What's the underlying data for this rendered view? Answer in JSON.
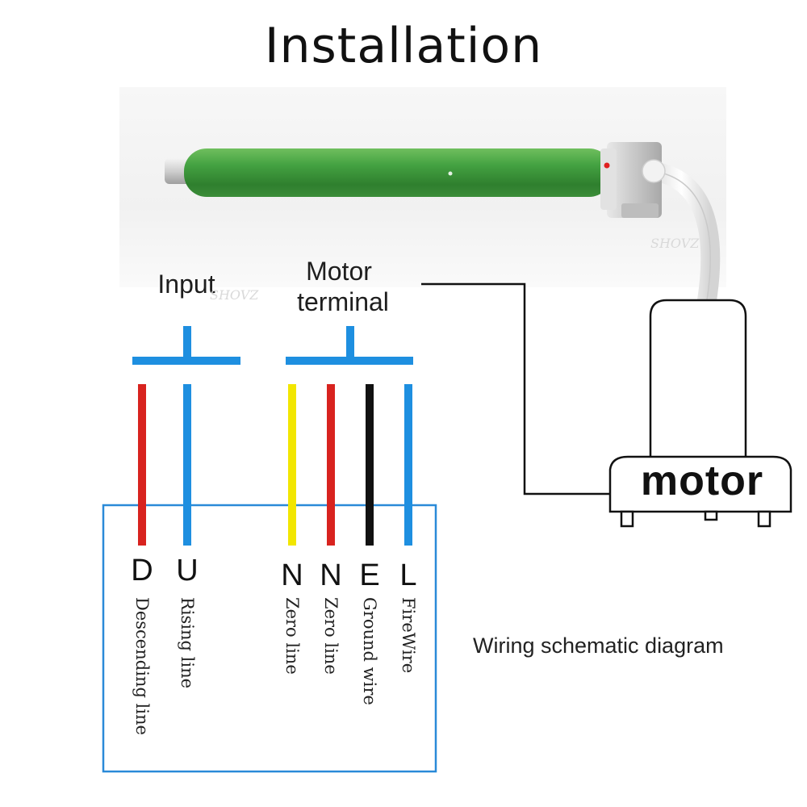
{
  "title": "Installation",
  "labels": {
    "input": "Input",
    "motor_terminal_1": "Motor",
    "motor_terminal_2": "terminal",
    "motor": "motor",
    "caption": "Wiring schematic diagram"
  },
  "wires": [
    {
      "letter": "D",
      "name": "Descending line",
      "color": "#d8231f"
    },
    {
      "letter": "U",
      "name": "Rising line",
      "color": "#1e8fe0"
    },
    {
      "letter": "N",
      "name": "Zero line",
      "color": "#f2e600"
    },
    {
      "letter": "N",
      "name": "Zero line",
      "color": "#d8231f"
    },
    {
      "letter": "E",
      "name": "Ground wire",
      "color": "#111111"
    },
    {
      "letter": "L",
      "name": "FireWire",
      "color": "#1e8fe0"
    }
  ],
  "watermark": "SHOVZ",
  "colors": {
    "bus_blue": "#1e8fe0",
    "box_blue": "#2a8ad8",
    "tube_green": "#3e9a3c",
    "line_black": "#111111"
  }
}
